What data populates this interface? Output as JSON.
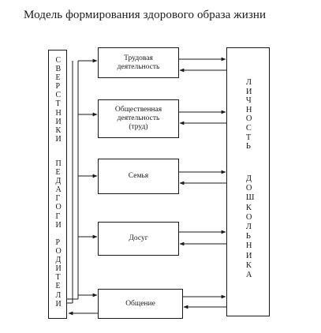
{
  "title": "Модель формирования здорового образа жизни",
  "left_column": {
    "groups": [
      "СВЕРСТНИКИ",
      "ПЕДАГОГИ",
      "РОДИТЕЛИ"
    ]
  },
  "activities": [
    "Трудовая\nдеятельность",
    "Общественная\nдеятельность\n(труд)",
    "Семья",
    "Досуг",
    "Общение"
  ],
  "right_column": {
    "words": [
      "ЛИЧНОСТЬ",
      "ДОШКОЛЬНИКА"
    ]
  }
}
